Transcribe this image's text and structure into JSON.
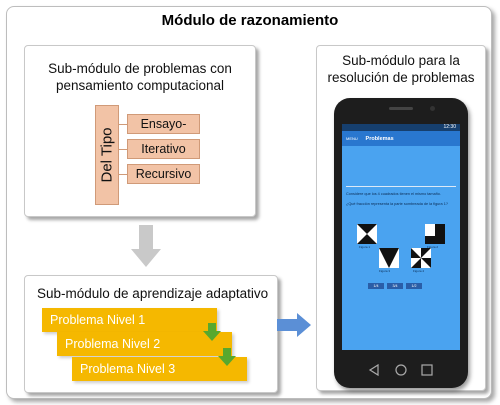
{
  "title": "Módulo de razonamiento",
  "panels": {
    "computational": {
      "title_line1": "Sub-módulo de problemas con",
      "title_line2": "pensamiento computacional",
      "group_label": "Del Tipo",
      "types": [
        "Ensayo-error",
        "Iterativo",
        "Recursivo"
      ]
    },
    "adaptive": {
      "title": "Sub-módulo de aprendizaje adaptativo",
      "levels": [
        "Problema Nivel 1",
        "Problema Nivel 2",
        "Problema Nivel 3"
      ]
    },
    "resolution": {
      "title_line1": "Sub-módulo para la",
      "title_line2": "resolución de problemas",
      "phone": {
        "status_time": "12:30",
        "menu_label": "MENU",
        "app_title": "Problemas",
        "question_line1": "Considere que los 4 cuadrados tienen el mismo tamaño.",
        "question_line2": "¿Qué fracción representa la parte sombreada de la figura 1?",
        "figure_labels": [
          "Figura 1",
          "Figura 2",
          "Figura 3",
          "Figura 4"
        ],
        "answers": [
          "1/4",
          "3/4",
          "1/2"
        ]
      }
    }
  },
  "colors": {
    "type_box_fill": "#f2c3a6",
    "level_fill": "#f5b800",
    "arrow_green": "#58a82e",
    "arrow_blue": "#5b8fd6",
    "arrow_gray": "#c9c9c9",
    "phone_screen": "#4aa3f0"
  }
}
